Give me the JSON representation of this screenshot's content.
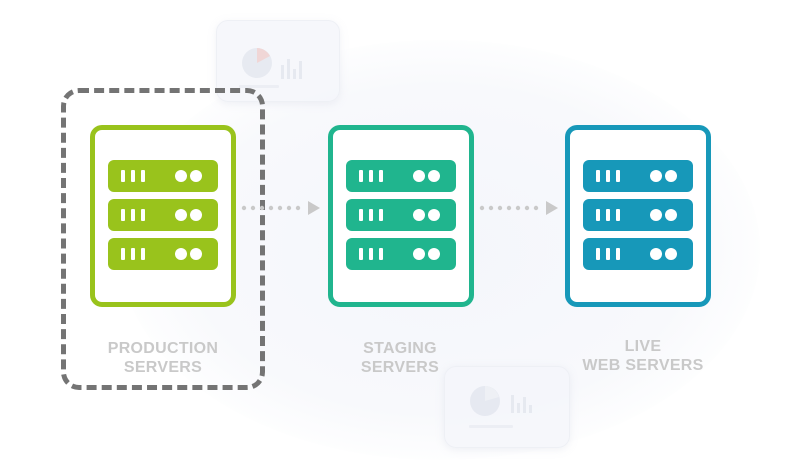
{
  "diagram": {
    "stages": [
      {
        "id": "production",
        "lines": [
          "PRODUCTION",
          "SERVERS"
        ],
        "color": "#99c31c",
        "selected": true
      },
      {
        "id": "staging",
        "lines": [
          "STAGING",
          "SERVERS"
        ],
        "color": "#20b58e",
        "selected": false
      },
      {
        "id": "live",
        "lines": [
          "LIVE",
          "WEB SERVERS"
        ],
        "color": "#1798b9",
        "selected": false
      }
    ],
    "connector_color": "#c9c9c9",
    "caption_color": "#c9c9c9",
    "selection_color": "#747474",
    "icons": {
      "server": "server-rack-icon",
      "arrow": "dotted-arrow-icon",
      "chart": "pie-bar-chart-icon"
    }
  }
}
